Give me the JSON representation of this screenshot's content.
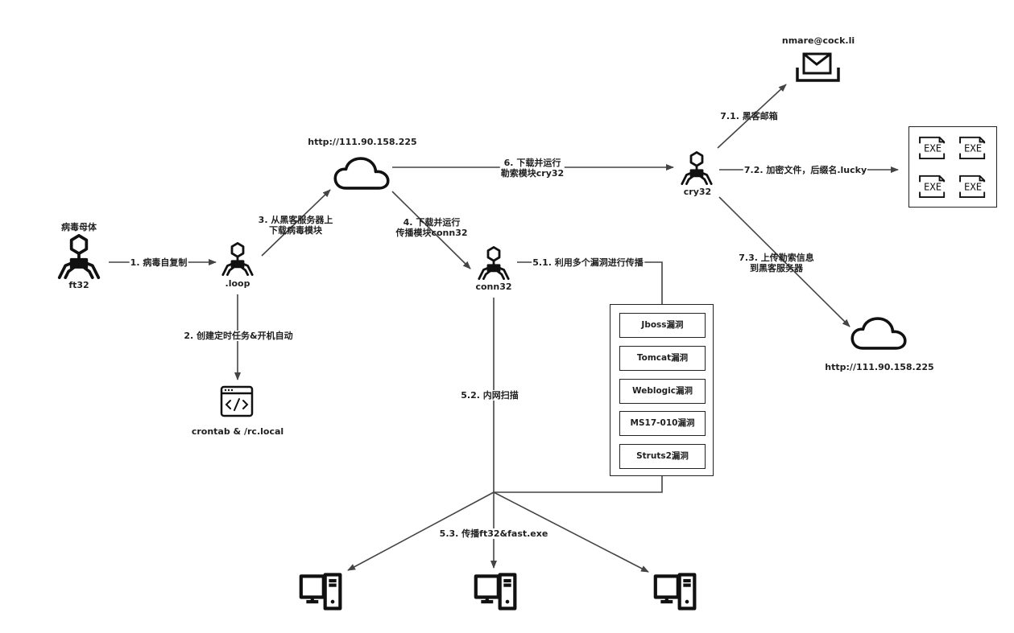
{
  "nodes": {
    "ft32": {
      "caption_top": "病毒母体",
      "label": "ft32"
    },
    "loop": {
      "label": ".loop"
    },
    "crontab": {
      "label": "crontab & /rc.local"
    },
    "server1": {
      "label": "http://111.90.158.225"
    },
    "conn32": {
      "label": "conn32"
    },
    "cry32": {
      "label": "cry32"
    },
    "email": {
      "label": "nmare@cock.li"
    },
    "server2": {
      "label": "http://111.90.158.225"
    }
  },
  "edges": {
    "e1": "1. 病毒自复制",
    "e2": "2. 创建定时任务&开机自动",
    "e3": [
      "3. 从黑客服务器上",
      "下载病毒模块"
    ],
    "e4": [
      "4. 下载并运行",
      "传播模块conn32"
    ],
    "e6": [
      "6. 下载并运行",
      "勒索模块cry32"
    ],
    "e51": "5.1. 利用多个漏洞进行传播",
    "e52": "5.2. 内网扫描",
    "e53": "5.3. 传播ft32&fast.exe",
    "e71": "7.1. 黑客邮箱",
    "e72": "7.2. 加密文件，后缀名.lucky",
    "e73": [
      "7.3. 上传勒索信息",
      "到黑客服务器"
    ]
  },
  "exploits": [
    "Jboss漏洞",
    "Tomcat漏洞",
    "Weblogic漏洞",
    "MS17-010漏洞",
    "Struts2漏洞"
  ],
  "exe_icons": [
    "EXE",
    "EXE",
    "EXE",
    "EXE"
  ],
  "icons": {
    "virus": "virus-icon",
    "cloud": "cloud-icon",
    "terminal": "terminal-icon",
    "mail": "mail-icon",
    "computer": "computer-icon",
    "exe": "exe-file-icon"
  },
  "colors": {
    "line": "#444444",
    "stroke": "#111111",
    "text": "#1f1f1f",
    "background": "#ffffff"
  }
}
